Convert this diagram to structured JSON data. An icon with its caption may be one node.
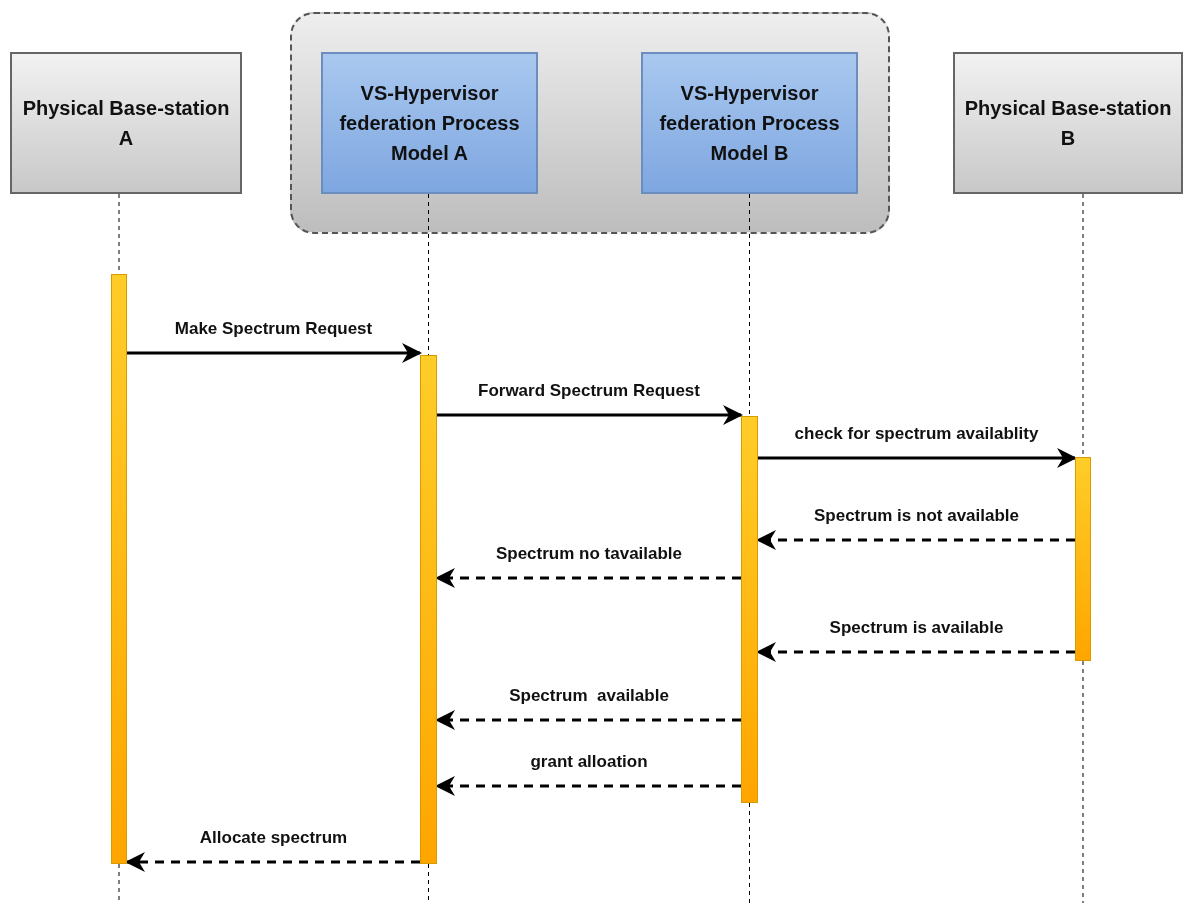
{
  "diagram": {
    "nodes": [
      {
        "text": [
          "Physical Base-station A"
        ]
      },
      {
        "text": [],
        "shape": "box"
      },
      {
        "text": [
          "VS-Hypervisor federation Process Model A"
        ],
        "in": 1
      },
      {
        "text": [
          "VS-Hypervisor federation Process Model B"
        ],
        "in": 1
      },
      {
        "text": [
          "Physical Base-station B"
        ]
      },
      {
        "text": [],
        "shape": "bar"
      },
      {
        "text": [],
        "shape": "bar"
      },
      {
        "text": [],
        "shape": "bar"
      },
      {
        "text": [],
        "shape": "bar"
      }
    ],
    "edges": [
      {
        "from": 5,
        "to": 6,
        "arrow": "to",
        "label": "Make Spectrum Request"
      },
      {
        "from": 6,
        "to": 7,
        "arrow": "to",
        "label": "Forward Spectrum Request"
      },
      {
        "from": 7,
        "to": 8,
        "arrow": "to",
        "label": "check for spectrum availablity"
      },
      {
        "from": 8,
        "to": 7,
        "arrow": "to",
        "label": "Spectrum is not available",
        "style": "dashed"
      },
      {
        "from": 7,
        "to": 6,
        "arrow": "to",
        "label": "Spectrum no tavailable",
        "style": "dashed"
      },
      {
        "from": 8,
        "to": 7,
        "arrow": "to",
        "label": "Spectrum is available",
        "style": "dashed"
      },
      {
        "from": 7,
        "to": 6,
        "arrow": "to",
        "label": "Spectrum  available",
        "style": "dashed"
      },
      {
        "from": 7,
        "to": 6,
        "arrow": "to",
        "label": "grant alloation",
        "style": "dashed"
      },
      {
        "from": 6,
        "to": 5,
        "arrow": "to",
        "label": "Allocate spectrum",
        "style": "dashed"
      },
      {
        "from": 0,
        "to": 5,
        "arrow": "none",
        "style": "dashed"
      },
      {
        "from": 2,
        "to": 6,
        "arrow": "none",
        "style": "dashed"
      },
      {
        "from": 3,
        "to": 7,
        "arrow": "none",
        "style": "dashed"
      },
      {
        "from": 4,
        "to": 8,
        "arrow": "none",
        "style": "dashed"
      },
      {
        "from": 5,
        "to": null,
        "arrow": "none",
        "style": "dashed"
      },
      {
        "from": 6,
        "to": null,
        "arrow": "none",
        "style": "dashed"
      },
      {
        "from": 7,
        "to": null,
        "arrow": "none",
        "style": "dashed"
      },
      {
        "from": 8,
        "to": null,
        "arrow": "none",
        "style": "dashed"
      }
    ]
  }
}
